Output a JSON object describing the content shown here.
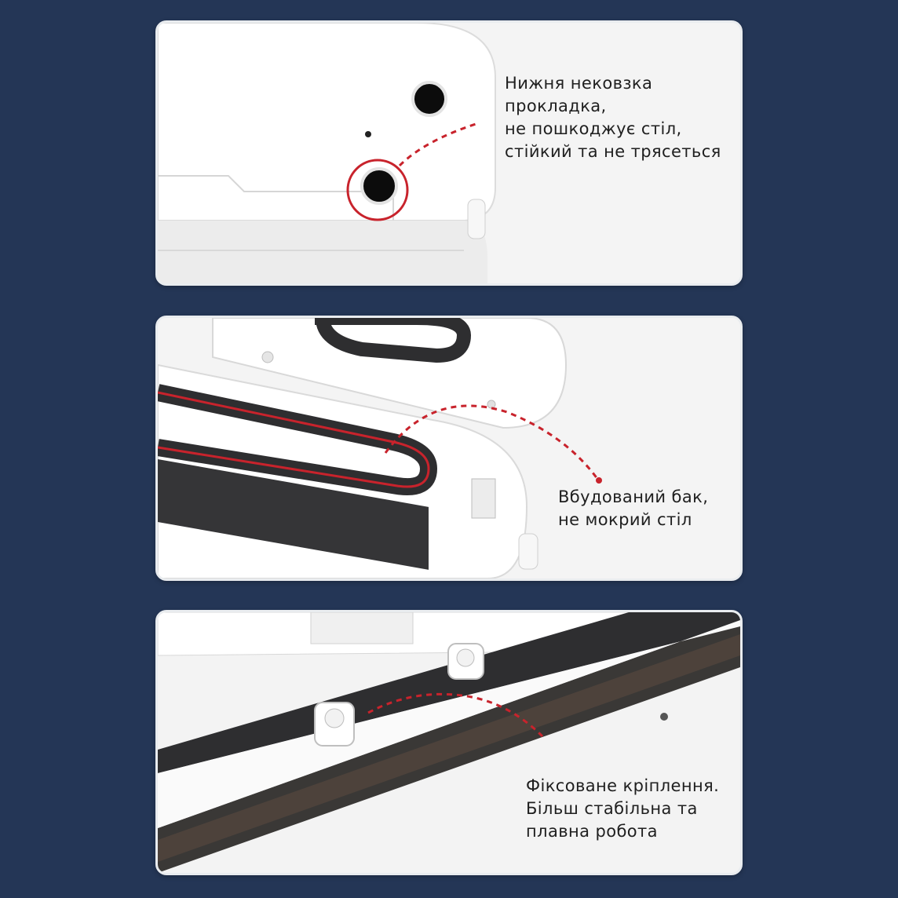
{
  "panels": [
    {
      "caption": [
        "Нижня нековзка",
        "прокладка,",
        "не пошкоджує стіл,",
        "стійкий та не трясеться"
      ]
    },
    {
      "caption": [
        "Вбудований бак,",
        "не мокрий стіл"
      ]
    },
    {
      "caption": [
        "Фіксоване кріплення.",
        "Більш стабільна та",
        "плавна робота"
      ]
    }
  ],
  "colors": {
    "background": "#243656",
    "accent_dashed": "#c8232c",
    "gasket": "#2e2e30"
  }
}
